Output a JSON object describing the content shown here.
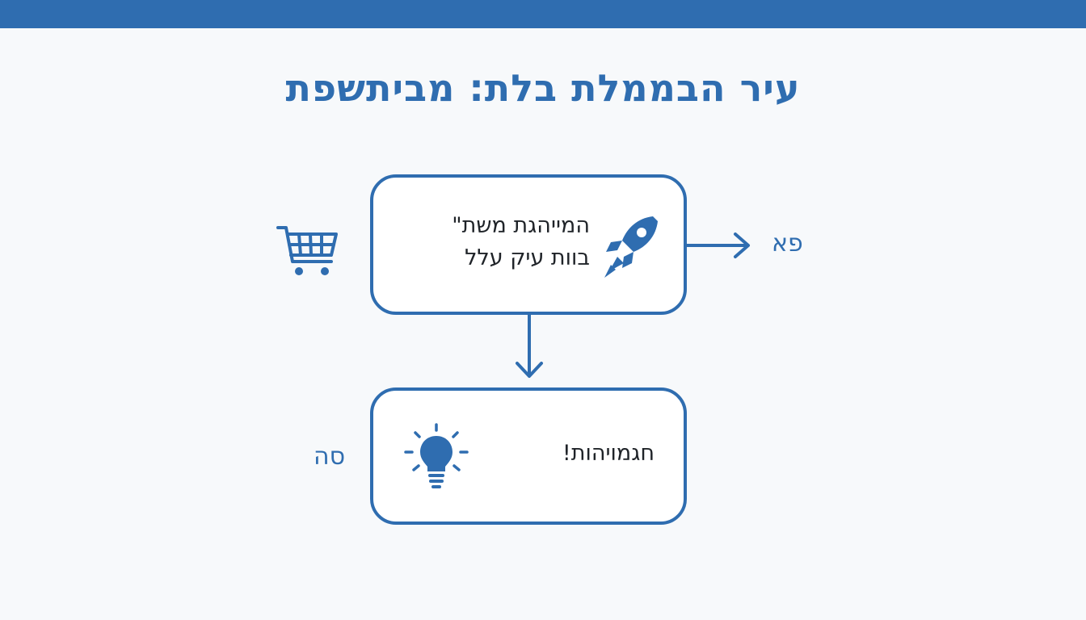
{
  "colors": {
    "accent": "#2f6db0",
    "text": "#1f2328",
    "background": "#f7f9fb"
  },
  "title": "עיר הבממלת בלת: מביתשפת",
  "top_box": {
    "line1": "המייהגת משת\"",
    "line2": "בוות עיק עלל",
    "icon": "rocket-icon"
  },
  "bottom_box": {
    "text": "חגמויהות!",
    "icon": "lightbulb-icon"
  },
  "side_icon": "shopping-cart-icon",
  "label_right": "פא",
  "label_left": "סה"
}
